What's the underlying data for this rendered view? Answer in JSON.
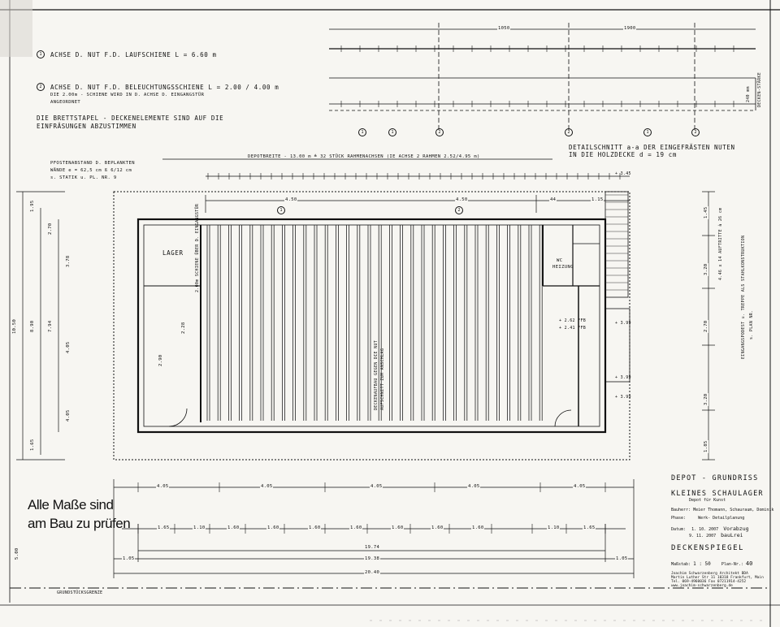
{
  "notes": {
    "n1_number": "1",
    "n1": "ACHSE D. NUT F.D. LAUFSCHIENE  L = 6.60 m",
    "n2_number": "2",
    "n2_line1": "ACHSE D. NUT F.D. BELEUCHTUNGSSCHIENE  L = 2.00 / 4.00 m",
    "n2_line2": "DIE 2.00m - SCHIENE WIRD IN D. ACHSE D. EINGANGSTÜR",
    "n2_line3": "ANGEORDNET",
    "n3_line1": "DIE BRETTSTAPEL - DECKENELEMENTE SIND AUF DIE",
    "n3_line2": "EINFRÄSUNGEN ABZUSTIMMEN",
    "pfosten_line1": "PFOSTENABSTAND D. BEPLANKTEN",
    "pfosten_line2": "WÄNDE e = 62,5 cm   ß 6/12 cm",
    "pfosten_line3": "s. STATIK u. PL. NR. 9",
    "depotbreite": "DEPOTBREITE  -  13.00 m  ≙  32 STÜCK RAHMENACHSEN   (IE ACHSE 2 RAHMEN 2.52/4.95 m)",
    "detail_line1": "DETAILSCHNITT a-a   DER EINGEFRÄSTEN NUTEN",
    "detail_line2": "IN DIE HOLZDECKE     d = 19 cm"
  },
  "detail_section": {
    "dim_top_1": "1050",
    "dim_top_2": "1900",
    "side_label": "DECKEN-STÄRKE",
    "side_dim": "240 mm",
    "markers": [
      "1",
      "1",
      "2",
      "2",
      "1",
      "2"
    ]
  },
  "plan": {
    "room_lager": "LAGER",
    "lager_note": "2.00m SCHIENE ÜBER D. EINGANGSTÜR",
    "wc": "WC",
    "heizung": "HEIZUNG",
    "axis_1": "1",
    "axis_2": "2",
    "dim_450_a": "4.50",
    "dim_450_b": "4.50",
    "dim_44": "44",
    "dim_115": "1.15",
    "elev_1": "+ 2.62 FFB",
    "elev_2": "+ 2.41 FFB",
    "elev_3": "+ 3.99",
    "elev_4": "+ 3.99",
    "elev_5": "+ 3.99",
    "elev_top": "+ 3.45",
    "center_note_1": "DECKENAUFBAU GEGEN DIE NUT",
    "center_note_2": "AUFSCHNITT ZUM ANSCHLAG"
  },
  "left_dims": [
    "1.95",
    "2.70",
    "3.78",
    "4.05",
    "4.05",
    "1.65",
    "10.50",
    "8.90",
    "7.94",
    "2.28",
    "2.90"
  ],
  "right_dims": [
    "1.45",
    "3.20",
    "2.70",
    "3.20",
    "1.85"
  ],
  "right_notes": {
    "r1": "4.46 x 14 AUFTRITTE à 26 cm",
    "r2": "EINGANGSPODEST u. TREPPE ALS STAHLKONSTRUKTION",
    "r3": "s. PLAN NR."
  },
  "bottom_dims": {
    "row1": [
      "4.05",
      "4.05",
      "4.05",
      "4.05",
      "4.05"
    ],
    "row2": [
      "1.65",
      "1.10",
      "1.60",
      "1.60",
      "1.60",
      "1.60",
      "1.60",
      "1.60",
      "1.60",
      "1.10",
      "1.65"
    ],
    "row3": "19.74",
    "row4_left": "1.05",
    "row4_mid": "19.38",
    "row4_right": "1.05",
    "row5": "20.40",
    "left_side": "5.00"
  },
  "grenze": "GRUNDSTÜCKSGRENZE",
  "handwritten": {
    "line1": "Alle Maße sind",
    "line2": "am Bau zu prüfen"
  },
  "title_block": {
    "plan_type": "DEPOT - GRUNDRISS",
    "project": "KLEINES SCHAULAGER",
    "project_sub": "Depot für Kunst",
    "bauherr": "Bauherr: Meier Thomann, Schauraum, Dominik",
    "phase_label": "Phase:",
    "phase_value": "Werk- Detailplanung",
    "datum_label": "Datum:",
    "datum_1": "1. 10. 2007",
    "datum_1_note": "Vorabzug",
    "datum_2": "9. 11. 2007",
    "datum_2_note": "bauLrei",
    "drawing_title": "DECKENSPIEGEL",
    "massstab_label": "Maßstab:",
    "massstab": "1 : 50",
    "plannr_label": "Plan-Nr.:",
    "plannr": "40",
    "architect_1": "Joachim Schwarzenberg    Architekt BDA",
    "architect_2": "Martin Luther Str 11 10318 Frankfurt, Main",
    "architect_3": "Tel. 069-4960036    Fax 07211914-4252",
    "architect_4": "www.joachim-schwarzenberg.de"
  }
}
